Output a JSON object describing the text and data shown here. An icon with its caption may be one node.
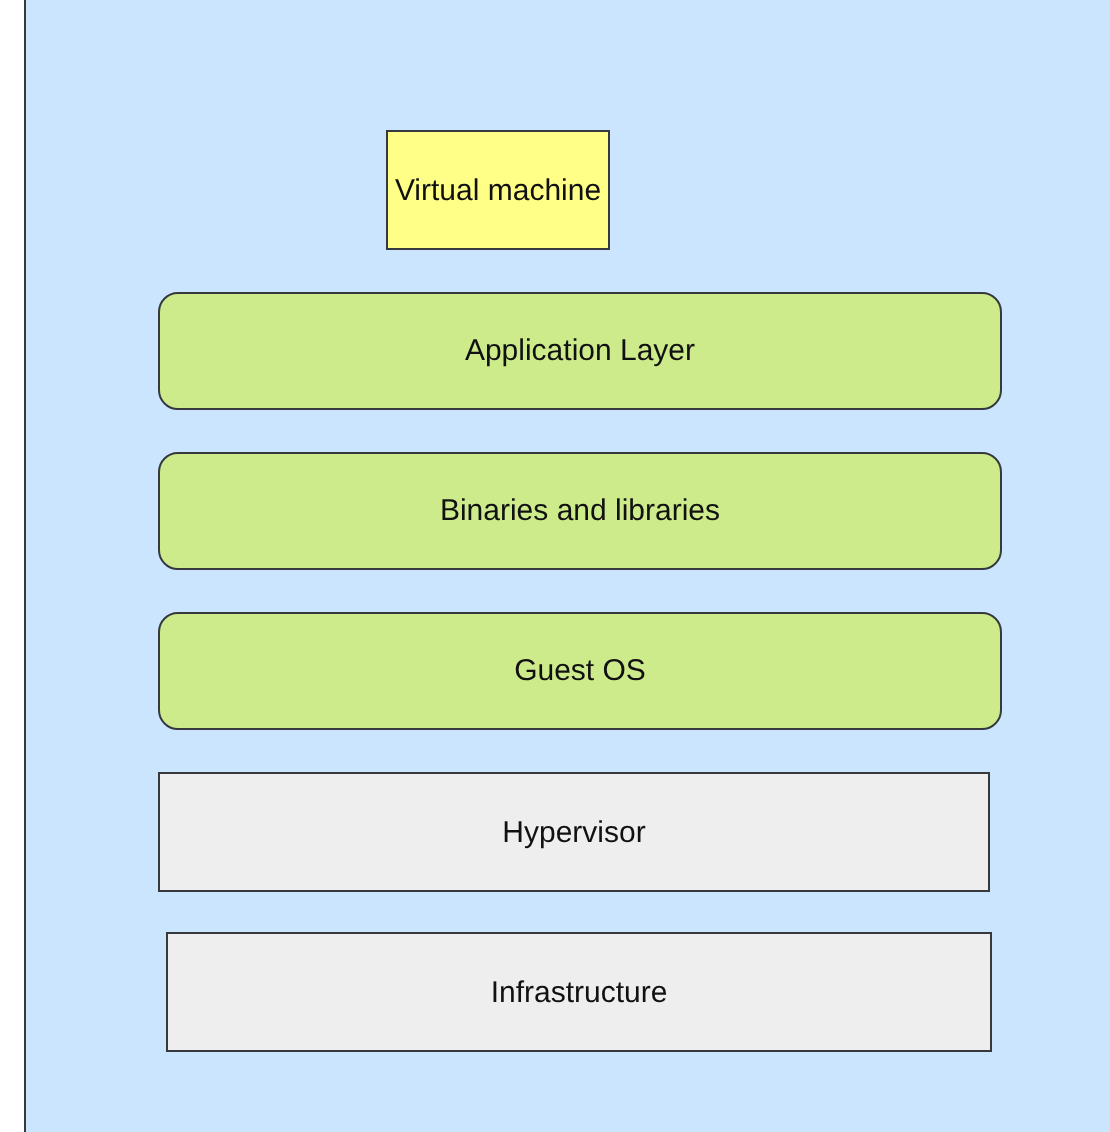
{
  "diagram": {
    "nodes": [
      {
        "text": [],
        "shape": "box"
      },
      {
        "text": [
          "Virtual machine"
        ],
        "in": 0
      },
      {
        "text": [
          "Application Layer"
        ],
        "in": 0
      },
      {
        "text": [
          "Binaries and libraries"
        ],
        "in": 0
      },
      {
        "text": [
          "Guest OS"
        ],
        "in": 0
      },
      {
        "text": [
          "Hypervisor"
        ],
        "in": 0
      },
      {
        "text": [
          "Infrastructure"
        ],
        "in": 0
      }
    ]
  }
}
